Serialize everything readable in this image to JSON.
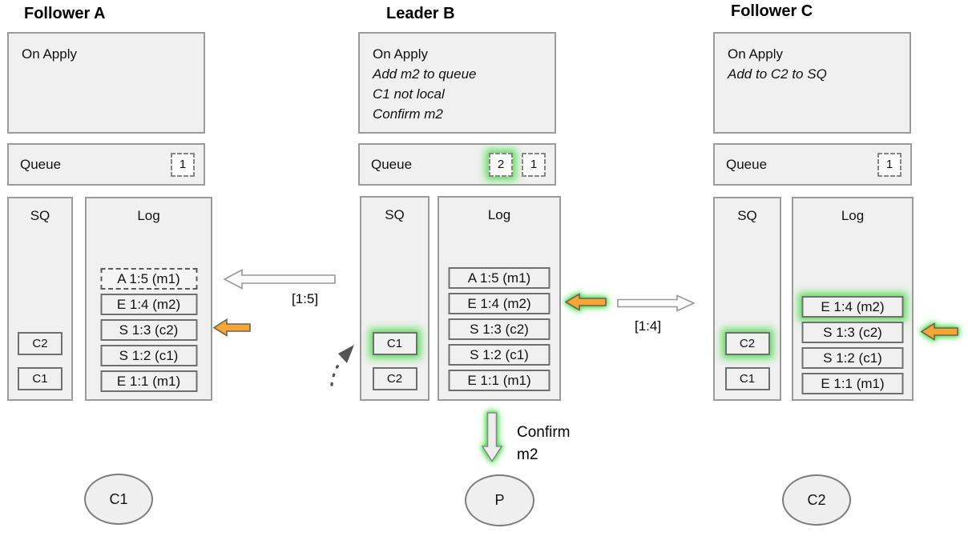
{
  "columns": [
    {
      "title": "Follower A",
      "on_apply": {
        "title": "On Apply",
        "notes": []
      },
      "queue": {
        "label": "Queue",
        "items": [
          {
            "value": "1",
            "highlight": false
          }
        ]
      },
      "sq": {
        "label": "SQ",
        "items": [
          {
            "value": "C2",
            "highlight": false
          },
          {
            "value": "C1",
            "highlight": false
          }
        ]
      },
      "log": {
        "label": "Log",
        "entries": [
          {
            "label": "A 1:5 (m1)",
            "style": "dashed",
            "highlight": false
          },
          {
            "label": "E 1:4 (m2)",
            "style": "solid",
            "highlight": false
          },
          {
            "label": "S 1:3 (c2)",
            "style": "solid",
            "highlight": false
          },
          {
            "label": "S 1:2 (c1)",
            "style": "solid",
            "highlight": false
          },
          {
            "label": "E 1:1 (m1)",
            "style": "solid",
            "highlight": false
          }
        ]
      },
      "actor": "C1"
    },
    {
      "title": "Leader B",
      "on_apply": {
        "title": "On Apply",
        "notes": [
          "Add m2 to queue",
          "C1 not local",
          "Confirm m2"
        ]
      },
      "queue": {
        "label": "Queue",
        "items": [
          {
            "value": "2",
            "highlight": true
          },
          {
            "value": "1",
            "highlight": false
          }
        ]
      },
      "sq": {
        "label": "SQ",
        "items": [
          {
            "value": "C1",
            "highlight": true
          },
          {
            "value": "C2",
            "highlight": false
          }
        ]
      },
      "log": {
        "label": "Log",
        "entries": [
          {
            "label": "A 1:5 (m1)",
            "style": "solid",
            "highlight": false
          },
          {
            "label": "E 1:4 (m2)",
            "style": "solid",
            "highlight": false
          },
          {
            "label": "S 1:3 (c2)",
            "style": "solid",
            "highlight": false
          },
          {
            "label": "S 1:2 (c1)",
            "style": "solid",
            "highlight": false
          },
          {
            "label": "E 1:1 (m1)",
            "style": "solid",
            "highlight": false
          }
        ]
      },
      "actor": "P"
    },
    {
      "title": "Follower C",
      "on_apply": {
        "title": "On Apply",
        "notes": [
          "Add to C2 to SQ"
        ]
      },
      "queue": {
        "label": "Queue",
        "items": [
          {
            "value": "1",
            "highlight": false
          }
        ]
      },
      "sq": {
        "label": "SQ",
        "items": [
          {
            "value": "C2",
            "highlight": true
          },
          {
            "value": "C1",
            "highlight": false
          }
        ]
      },
      "log": {
        "label": "Log",
        "entries": [
          {
            "label": "E 1:4 (m2)",
            "style": "solid",
            "highlight": true
          },
          {
            "label": "S 1:3 (c2)",
            "style": "solid",
            "highlight": false
          },
          {
            "label": "S 1:2 (c1)",
            "style": "solid",
            "highlight": false
          },
          {
            "label": "E 1:1 (m1)",
            "style": "solid",
            "highlight": false
          }
        ]
      },
      "actor": "C2"
    }
  ],
  "arrows": {
    "replicate_to_a_label": "[1:5]",
    "replicate_to_c_label": "[1:4]",
    "confirm": {
      "line1": "Confirm",
      "line2": "m2"
    }
  },
  "colors": {
    "highlight_glow": "#4cdd4c",
    "orange_arrow": "#f6a637",
    "box_fill": "#f0f0f0",
    "box_border": "#9b9b9b"
  }
}
